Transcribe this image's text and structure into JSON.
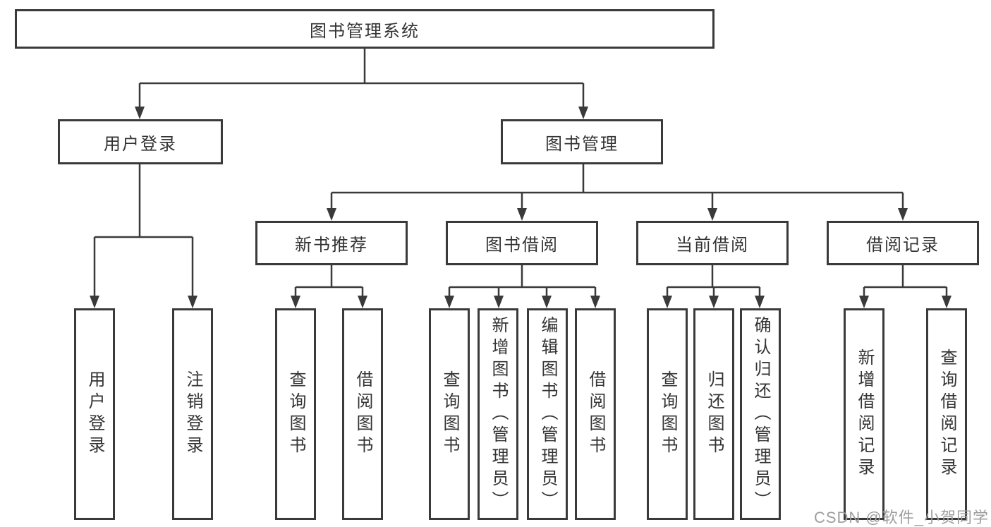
{
  "colors": {
    "line": "#3a3a3a",
    "box_border": "#3a3a3a",
    "text": "#333333",
    "background": "#ffffff",
    "watermark": "#9e9e9e"
  },
  "watermark": {
    "text": "CSDN @软件_小贺同学"
  },
  "diagram": {
    "root": {
      "label": "图书管理系统"
    },
    "level2": [
      {
        "label": "用户登录"
      },
      {
        "label": "图书管理"
      }
    ],
    "level3": [
      {
        "label": "新书推荐"
      },
      {
        "label": "图书借阅"
      },
      {
        "label": "当前借阅"
      },
      {
        "label": "借阅记录"
      }
    ],
    "leaves": {
      "user_login": [
        "用户登录",
        "注销登录"
      ],
      "new_books": [
        "查询图书",
        "借阅图书"
      ],
      "book_borrow": [
        "查询图书",
        "新增图书（管理员）",
        "编辑图书（管理员）",
        "借阅图书"
      ],
      "current_borrow": [
        "查询图书",
        "归还图书",
        "确认归还（管理员）"
      ],
      "borrow_records": [
        "新增借阅记录",
        "查询借阅记录"
      ]
    }
  }
}
